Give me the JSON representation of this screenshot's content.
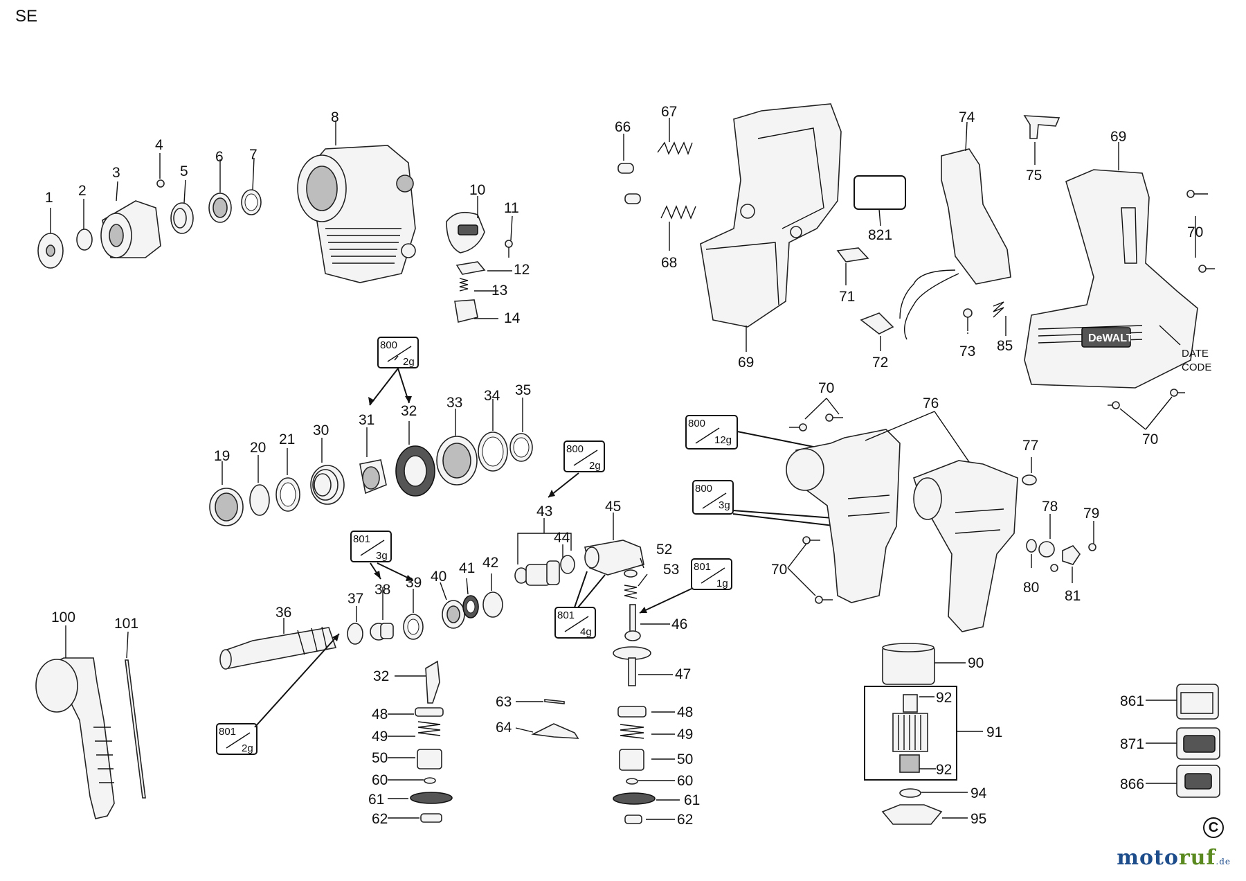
{
  "header": {
    "corner_code": "SE"
  },
  "callouts": {
    "c1": "1",
    "c2": "2",
    "c3": "3",
    "c4": "4",
    "c5": "5",
    "c6": "6",
    "c7": "7",
    "c8": "8",
    "c10": "10",
    "c11": "11",
    "c12": "12",
    "c13": "13",
    "c14": "14",
    "c19": "19",
    "c20": "20",
    "c21": "21",
    "c30": "30",
    "c31": "31",
    "c32": "32",
    "c33": "33",
    "c34": "34",
    "c35": "35",
    "c36": "36",
    "c37": "37",
    "c38": "38",
    "c39": "39",
    "c40": "40",
    "c41": "41",
    "c42": "42",
    "c43": "43",
    "c44": "44",
    "c45": "45",
    "c46": "46",
    "c47": "47",
    "c48a": "48",
    "c48b": "48",
    "c49a": "49",
    "c49b": "49",
    "c50a": "50",
    "c50b": "50",
    "c52": "52",
    "c53": "53",
    "c32b": "32",
    "c60a": "60",
    "c60b": "60",
    "c61a": "61",
    "c61b": "61",
    "c62a": "62",
    "c62b": "62",
    "c63": "63",
    "c64": "64",
    "c66": "66",
    "c67": "67",
    "c68": "68",
    "c69a": "69",
    "c69b": "69",
    "c70a": "70",
    "c70b": "70",
    "c70c": "70",
    "c70d": "70",
    "c71": "71",
    "c72": "72",
    "c73": "73",
    "c74": "74",
    "c75": "75",
    "c76": "76",
    "c77": "77",
    "c78": "78",
    "c79": "79",
    "c80": "80",
    "c81": "81",
    "c85": "85",
    "c90": "90",
    "c91": "91",
    "c92a": "92",
    "c92b": "92",
    "c94": "94",
    "c95": "95",
    "c100": "100",
    "c101": "101",
    "c821": "821",
    "c861": "861",
    "c871": "871",
    "c866": "866",
    "date_code_1": "DATE",
    "date_code_2": "CODE"
  },
  "grease_boxes": [
    {
      "code": "800",
      "qty": "2g"
    },
    {
      "code": "800",
      "qty": "2g"
    },
    {
      "code": "801",
      "qty": "3g"
    },
    {
      "code": "801",
      "qty": "4g"
    },
    {
      "code": "801",
      "qty": "1g"
    },
    {
      "code": "801",
      "qty": "2g"
    },
    {
      "code": "800",
      "qty": "12g"
    },
    {
      "code": "800",
      "qty": "3g"
    }
  ],
  "brand_on_part": "DeWALT",
  "footer": {
    "copyright": "C",
    "logo_main": "moto",
    "logo_rest": "ruf",
    "logo_tld": ".de"
  }
}
